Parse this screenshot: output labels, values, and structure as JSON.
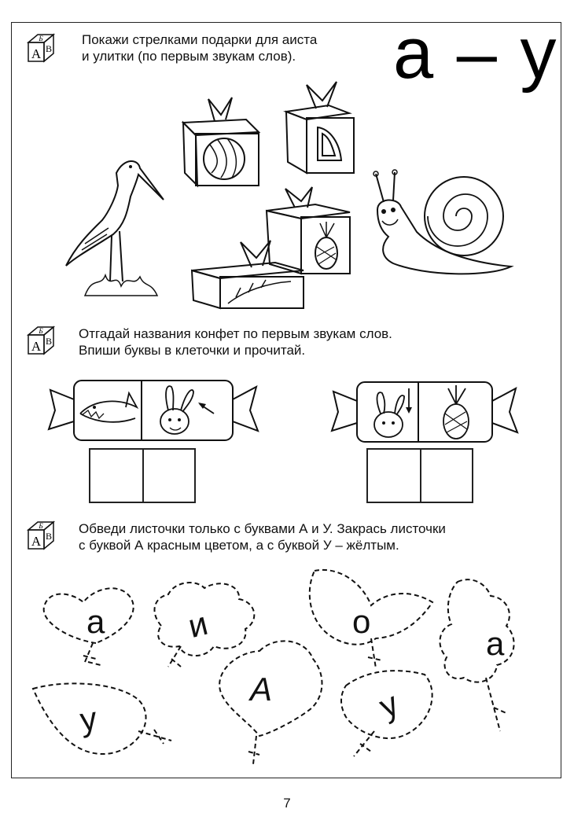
{
  "title": "а – у",
  "tasks": [
    {
      "lines": [
        "Покажи стрелками подарки для аиста",
        "и улитки (по первым звукам слов)."
      ]
    },
    {
      "lines": [
        "Отгадай названия конфет по первым звукам слов.",
        "Впиши буквы в клеточки и прочитай."
      ]
    },
    {
      "lines": [
        "Обведи листочки только с буквами А и У. Закрась листочки",
        "с буквой А красным цветом, а с буквой У – жёлтым."
      ]
    }
  ],
  "cube_letters": {
    "top": "Б",
    "front": "А",
    "side": "В"
  },
  "leaves": [
    "а",
    "и",
    "о",
    "а",
    "у",
    "А",
    "у"
  ],
  "page_number": "7"
}
